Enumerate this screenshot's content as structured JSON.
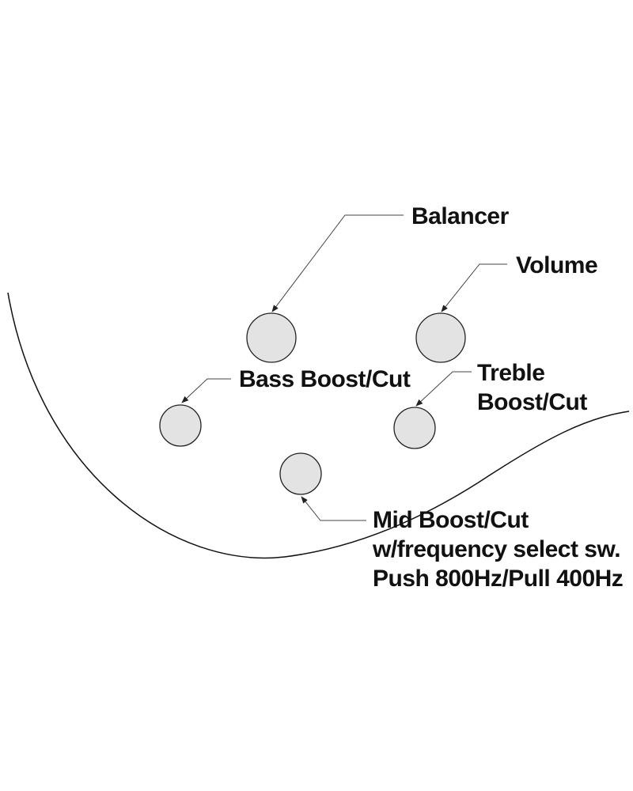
{
  "colors": {
    "knob_fill": "#e3e3e3",
    "outline": "#111111",
    "text": "#111111"
  },
  "labels": {
    "balancer": "Balancer",
    "volume": "Volume",
    "bass": "Bass Boost/Cut",
    "treble_line1": "Treble",
    "treble_line2": "Boost/Cut",
    "mid_line1": "Mid Boost/Cut",
    "mid_line2": "w/frequency select sw.",
    "mid_line3": "Push 800Hz/Pull 400Hz"
  }
}
